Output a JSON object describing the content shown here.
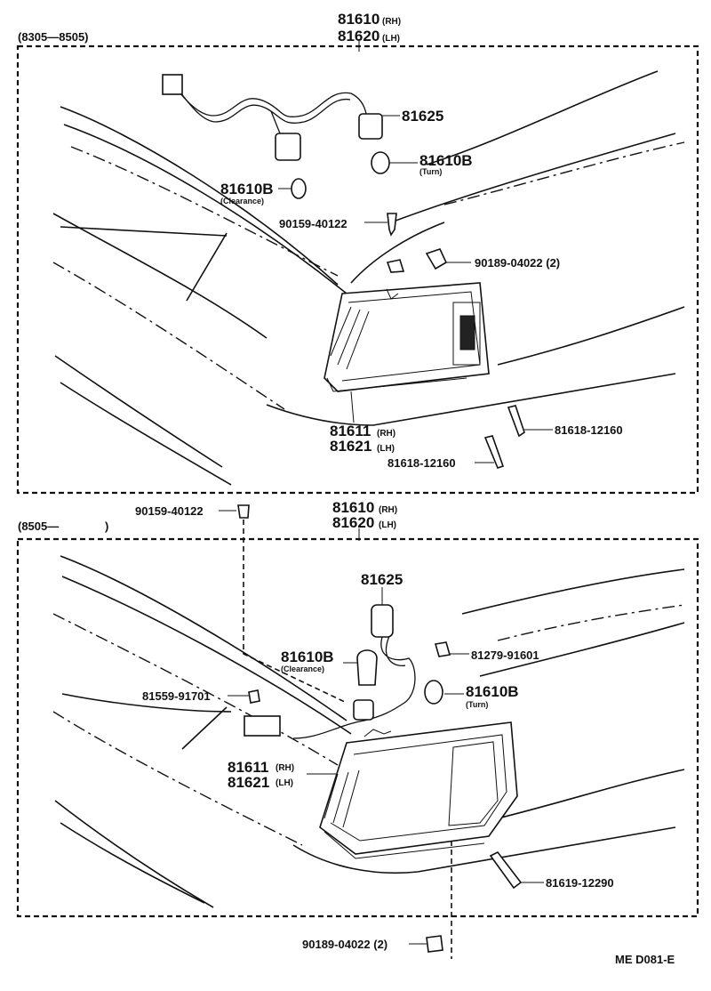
{
  "diagram": {
    "top": {
      "date_range": "(8305—8505)",
      "assy_rh": "81610",
      "assy_rh_side": "(RH)",
      "assy_lh": "81620",
      "assy_lh_side": "(LH)",
      "socket": "81625",
      "bulb_turn": "81610B",
      "bulb_turn_note": "(Turn)",
      "bulb_clear": "81610B",
      "bulb_clear_note": "(Clearance)",
      "bolt": "90159-40122",
      "nut": "90189-04022 (2)",
      "lens_rh": "81611",
      "lens_rh_side": "(RH)",
      "lens_lh": "81621",
      "lens_lh_side": "(LH)",
      "screw_a": "81618-12160",
      "screw_b": "81618-12160"
    },
    "bottom": {
      "date_range_start": "(8505—",
      "date_range_end": ")",
      "bolt": "90159-40122",
      "assy_rh": "81610",
      "assy_rh_side": "(RH)",
      "assy_lh": "81620",
      "assy_lh_side": "(LH)",
      "socket": "81625",
      "clip": "81279-91601",
      "bulb_clear": "81610B",
      "bulb_clear_note": "(Clearance)",
      "bulb_turn": "81610B",
      "bulb_turn_note": "(Turn)",
      "grommet": "81559-91701",
      "lens_rh": "81611",
      "lens_rh_side": "(RH)",
      "lens_lh": "81621",
      "lens_lh_side": "(LH)",
      "screw": "81619-12290",
      "nut": "90189-04022 (2)"
    },
    "catalog_code": "ME  D081-E"
  }
}
